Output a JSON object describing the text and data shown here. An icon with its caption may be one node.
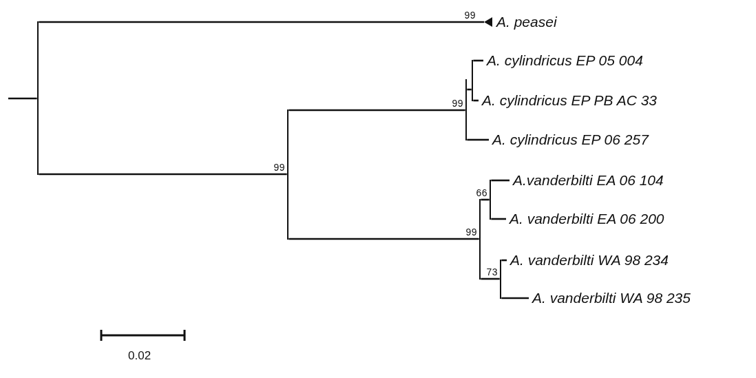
{
  "diagram": {
    "nodes": [
      {
        "text": [],
        "shape": "bar"
      },
      {
        "text": [
          "A. peasei"
        ],
        "beside": [
          "99"
        ]
      },
      {
        "text": [],
        "shape": "bar",
        "beside": [
          "99"
        ]
      },
      {
        "text": [],
        "shape": "bar",
        "beside": [
          "99"
        ]
      },
      {
        "text": [],
        "shape": "bar"
      },
      {
        "text": [
          "A. cylindricus EP 05 004"
        ]
      },
      {
        "text": [
          "A. cylindricus EP PB AC 33"
        ]
      },
      {
        "text": [
          "A. cylindricus EP 06 257"
        ]
      },
      {
        "text": [],
        "shape": "bar",
        "beside": [
          "99"
        ]
      },
      {
        "text": [],
        "shape": "bar",
        "beside": [
          "66"
        ]
      },
      {
        "text": [
          "A.vanderbilti EA 06 104"
        ]
      },
      {
        "text": [
          "A. vanderbilti EA 06 200"
        ]
      },
      {
        "text": [],
        "shape": "bar",
        "beside": [
          "73"
        ]
      },
      {
        "text": [
          "A. vanderbilti WA 98 234"
        ]
      },
      {
        "text": [
          "A. vanderbilti WA 98 235"
        ]
      }
    ],
    "edges": [
      {
        "from": null,
        "to": 0,
        "arrow": "none"
      },
      {
        "from": 0,
        "to": 1,
        "arrow": "none"
      },
      {
        "from": 0,
        "to": 2,
        "arrow": "none"
      },
      {
        "from": 2,
        "to": 3,
        "arrow": "none"
      },
      {
        "from": 3,
        "to": 4,
        "arrow": "none"
      },
      {
        "from": 4,
        "to": 5,
        "arrow": "none"
      },
      {
        "from": 4,
        "to": 6,
        "arrow": "none"
      },
      {
        "from": 3,
        "to": 7,
        "arrow": "none"
      },
      {
        "from": 2,
        "to": 8,
        "arrow": "none"
      },
      {
        "from": 8,
        "to": 9,
        "arrow": "none"
      },
      {
        "from": 9,
        "to": 10,
        "arrow": "none"
      },
      {
        "from": 9,
        "to": 11,
        "arrow": "none"
      },
      {
        "from": 8,
        "to": 12,
        "arrow": "none"
      },
      {
        "from": 12,
        "to": 13,
        "arrow": "none"
      },
      {
        "from": 12,
        "to": 14,
        "arrow": "none"
      }
    ],
    "labels": [
      "0.02"
    ]
  }
}
